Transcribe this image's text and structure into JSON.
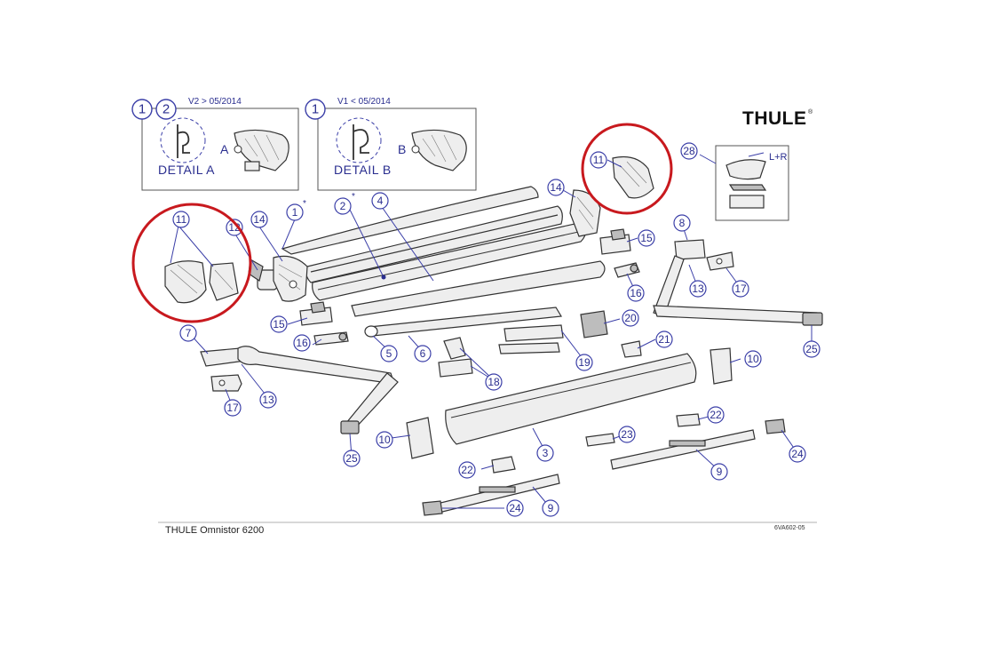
{
  "brand": {
    "logo": "THULE"
  },
  "footer": {
    "title": "THULE Omnistor 6200",
    "drawing_code": "6VA602-05"
  },
  "details": [
    {
      "id": "A",
      "label": "DETAIL A",
      "version": "V2 > 05/2014",
      "badges": [
        "1",
        "2"
      ],
      "letter": "A"
    },
    {
      "id": "B",
      "label": "DETAIL B",
      "version": "V1 < 05/2014",
      "badges": [
        "1"
      ],
      "letter": "B"
    }
  ],
  "kit_note": "L+R",
  "asterisk": "*",
  "callouts": [
    {
      "n": "1"
    },
    {
      "n": "2"
    },
    {
      "n": "4"
    },
    {
      "n": "14"
    },
    {
      "n": "12"
    },
    {
      "n": "11"
    },
    {
      "n": "14"
    },
    {
      "n": "15"
    },
    {
      "n": "16"
    },
    {
      "n": "15"
    },
    {
      "n": "16"
    },
    {
      "n": "5"
    },
    {
      "n": "6"
    },
    {
      "n": "20"
    },
    {
      "n": "19"
    },
    {
      "n": "21"
    },
    {
      "n": "18"
    },
    {
      "n": "7"
    },
    {
      "n": "13"
    },
    {
      "n": "17"
    },
    {
      "n": "8"
    },
    {
      "n": "13"
    },
    {
      "n": "17"
    },
    {
      "n": "25"
    },
    {
      "n": "10"
    },
    {
      "n": "10"
    },
    {
      "n": "3"
    },
    {
      "n": "23"
    },
    {
      "n": "22"
    },
    {
      "n": "22"
    },
    {
      "n": "24"
    },
    {
      "n": "9"
    },
    {
      "n": "9"
    },
    {
      "n": "24"
    },
    {
      "n": "25"
    },
    {
      "n": "11"
    },
    {
      "n": "28"
    }
  ],
  "colors": {
    "callout": "#2a2e8f",
    "highlight": "#c8191e",
    "line": "#333333"
  }
}
